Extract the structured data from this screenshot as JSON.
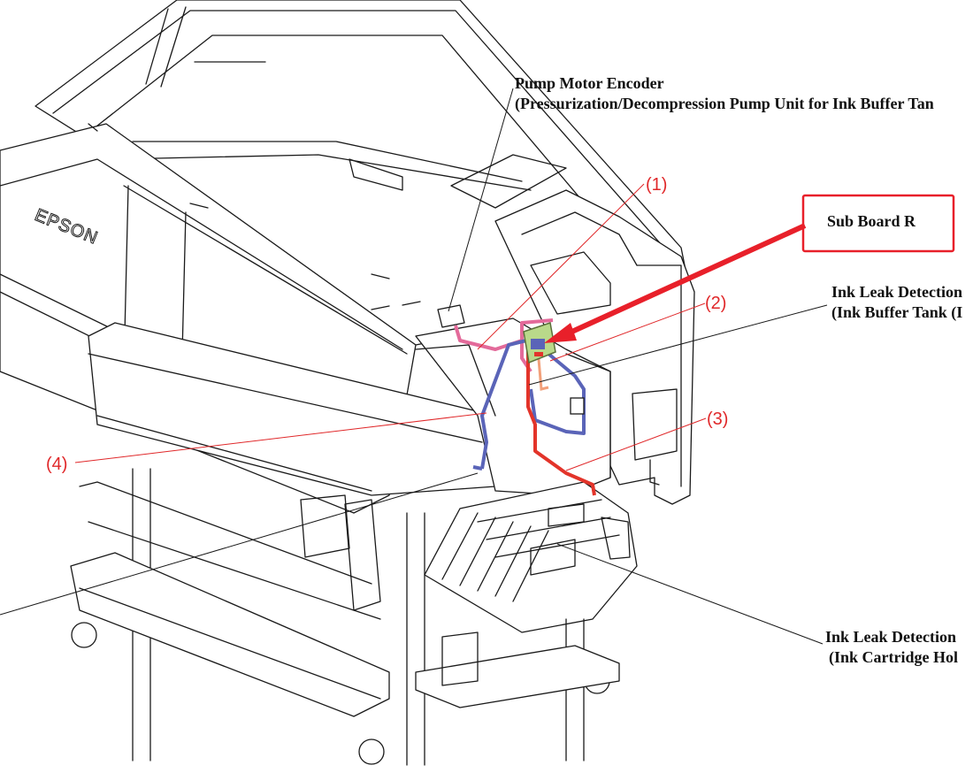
{
  "labels": {
    "pump_title": "Pump Motor Encoder",
    "pump_sub": "(Pressurization/Decompression Pump Unit for Ink Buffer Tan",
    "sub_board": "Sub Board R",
    "leak_buffer_title": "Ink Leak Detection",
    "leak_buffer_sub": "(Ink Buffer Tank (I",
    "leak_cart_title": "Ink Leak Detection",
    "leak_cart_sub": "(Ink Cartridge Hol",
    "brand": "EPSON",
    "n1": "(1)",
    "n2": "(2)",
    "n3": "(3)",
    "n4": "(4)"
  },
  "colors": {
    "callout_red": "#e0282a",
    "cable_pink": "#e36a9a",
    "cable_blue": "#5a64b8",
    "cable_red": "#e3342a",
    "board_green": "#b9d98a",
    "highlight_box": "#e8202a"
  }
}
